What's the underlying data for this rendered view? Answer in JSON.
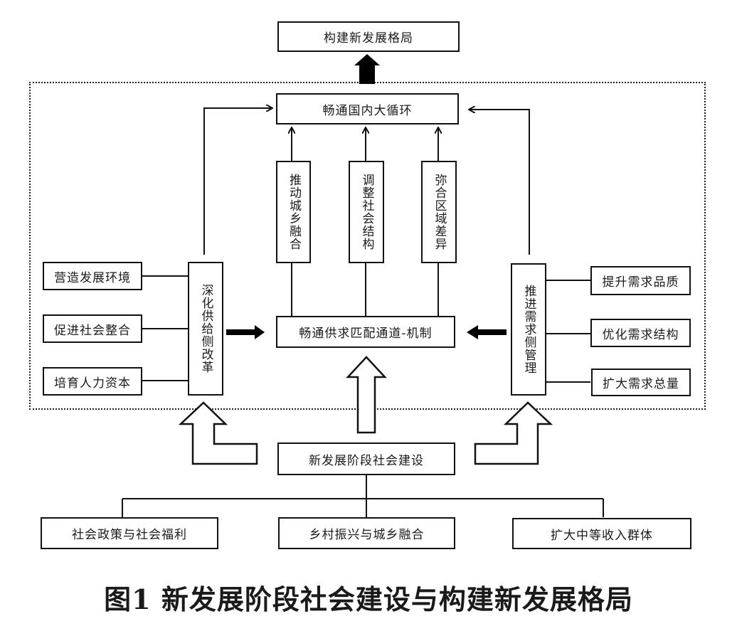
{
  "diagram": {
    "top_goal": "构建新发展格局",
    "domestic_circulation": "畅通国内大循环",
    "vertical_mechanisms": [
      "推动城乡融合",
      "调整社会结构",
      "弥合区域差异"
    ],
    "matching_channel": "畅通供求匹配通道-机制",
    "supply_side": {
      "title": "深化供给侧改革",
      "items": [
        "营造发展环境",
        "促进社会整合",
        "培育人力资本"
      ]
    },
    "demand_side": {
      "title": "推进需求侧管理",
      "items": [
        "提升需求品质",
        "优化需求结构",
        "扩大需求总量"
      ]
    },
    "foundation": "新发展阶段社会建设",
    "foundation_pillars": [
      "社会政策与社会福利",
      "乡村振兴与城乡融合",
      "扩大中等收入群体"
    ]
  },
  "caption": "图1 新发展阶段社会建设与构建新发展格局"
}
